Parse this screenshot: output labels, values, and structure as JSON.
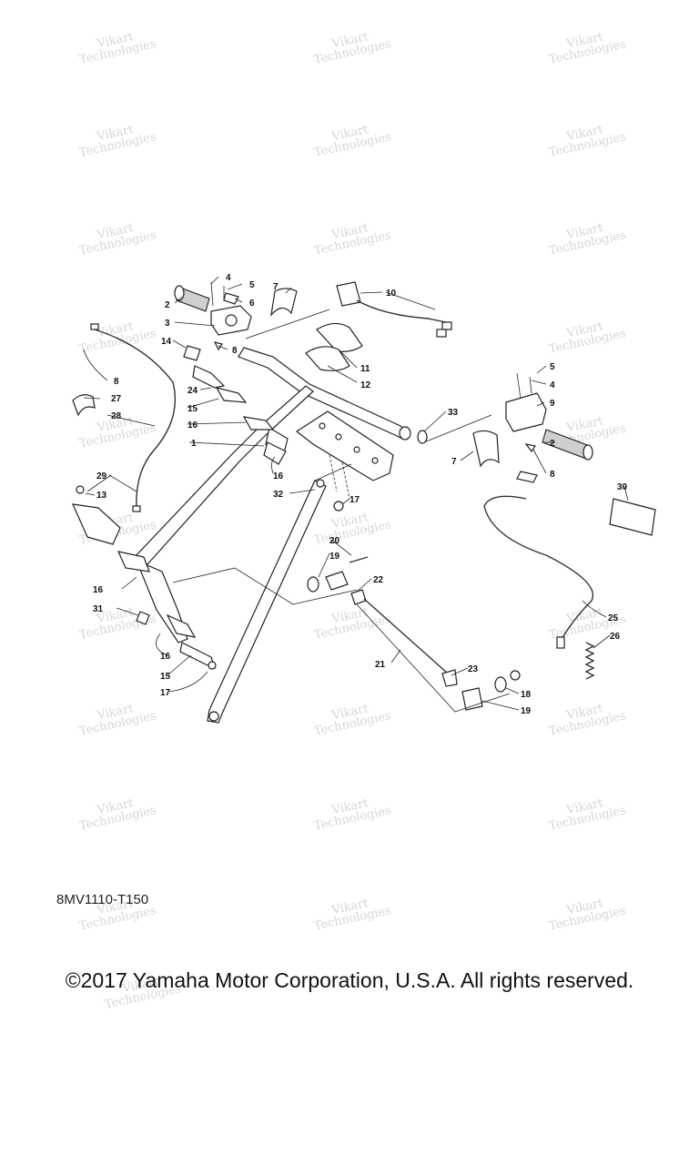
{
  "drawing_code": "8MV1110-T150",
  "copyright": "©2017 Yamaha Motor Corporation, U.S.A. All rights reserved.",
  "watermark": [
    "Vikart",
    "Technologies"
  ],
  "callouts": {
    "c1": "1",
    "c2a": "2",
    "c2b": "2",
    "c3": "3",
    "c4a": "4",
    "c4b": "4",
    "c5a": "5",
    "c5b": "5",
    "c6": "6",
    "c7a": "7",
    "c7b": "7",
    "c8a": "8",
    "c8b": "8",
    "c8c": "8",
    "c9": "9",
    "c10": "10",
    "c11": "11",
    "c12": "12",
    "c13": "13",
    "c14": "14",
    "c15a": "15",
    "c15b": "15",
    "c16a": "16",
    "c16b": "16",
    "c16c": "16",
    "c16d": "16",
    "c17a": "17",
    "c17b": "17",
    "c18": "18",
    "c19a": "19",
    "c19b": "19",
    "c20": "20",
    "c21": "21",
    "c22": "22",
    "c23": "23",
    "c24": "24",
    "c25": "25",
    "c26": "26",
    "c27": "27",
    "c28": "28",
    "c29": "29",
    "c30": "30",
    "c31": "31",
    "c32": "32",
    "c33": "33"
  }
}
